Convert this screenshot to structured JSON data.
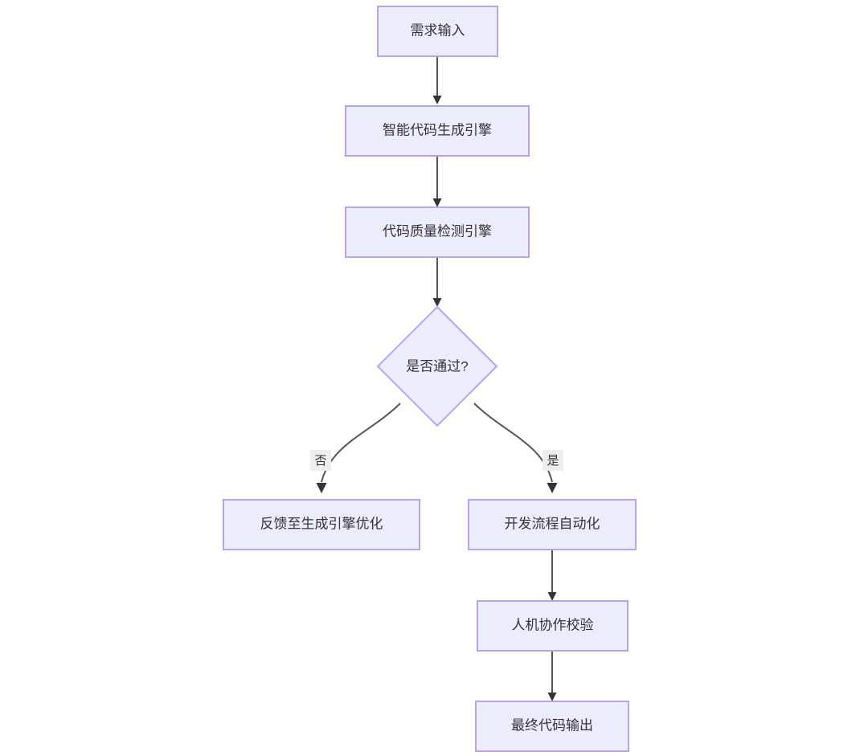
{
  "diagram": {
    "type": "flowchart",
    "direction": "top-to-bottom",
    "background_color": "#ffffff",
    "node_fill_color": "#ececfd",
    "node_border_color": "#b9a4e8",
    "node_text_color": "#333338",
    "edge_color": "#54565a",
    "edge_label_bg_color": "#eeeeee",
    "nodes": [
      {
        "id": "n1",
        "label": "需求输入",
        "shape": "rect"
      },
      {
        "id": "n2",
        "label": "智能代码生成引擎",
        "shape": "rect"
      },
      {
        "id": "n3",
        "label": "代码质量检测引擎",
        "shape": "rect"
      },
      {
        "id": "n4",
        "label": "是否通过?",
        "shape": "diamond"
      },
      {
        "id": "n5",
        "label": "反馈至生成引擎优化",
        "shape": "rect"
      },
      {
        "id": "n6",
        "label": "开发流程自动化",
        "shape": "rect"
      },
      {
        "id": "n7",
        "label": "人机协作校验",
        "shape": "rect"
      },
      {
        "id": "n8",
        "label": "最终代码输出",
        "shape": "rect"
      }
    ],
    "edges": [
      {
        "from": "n1",
        "to": "n2",
        "label": ""
      },
      {
        "from": "n2",
        "to": "n3",
        "label": ""
      },
      {
        "from": "n3",
        "to": "n4",
        "label": ""
      },
      {
        "from": "n4",
        "to": "n5",
        "label": "否"
      },
      {
        "from": "n4",
        "to": "n6",
        "label": "是"
      },
      {
        "from": "n6",
        "to": "n7",
        "label": ""
      },
      {
        "from": "n7",
        "to": "n8",
        "label": ""
      }
    ]
  }
}
